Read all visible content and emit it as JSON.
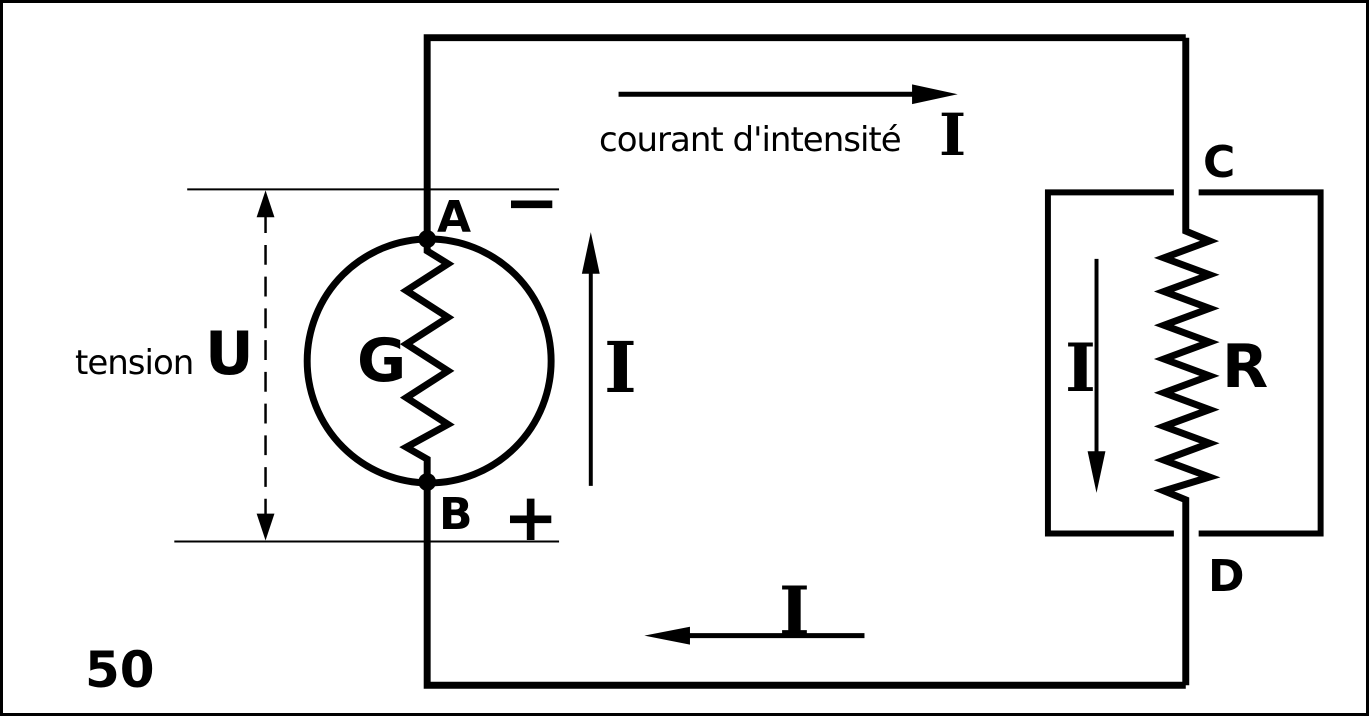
{
  "figure": {
    "number": "50",
    "ink_color": "#000000",
    "background_color": "#ffffff"
  },
  "labels": {
    "tension_caption": "tension",
    "tension_symbol": "U",
    "current_caption": "courant d'intensité",
    "current_symbol": "I",
    "generator_symbol": "G",
    "resistor_symbol": "R",
    "node_a": "A",
    "node_b": "B",
    "node_c": "C",
    "node_d": "D",
    "polarity_minus": "−",
    "polarity_plus": "+"
  }
}
